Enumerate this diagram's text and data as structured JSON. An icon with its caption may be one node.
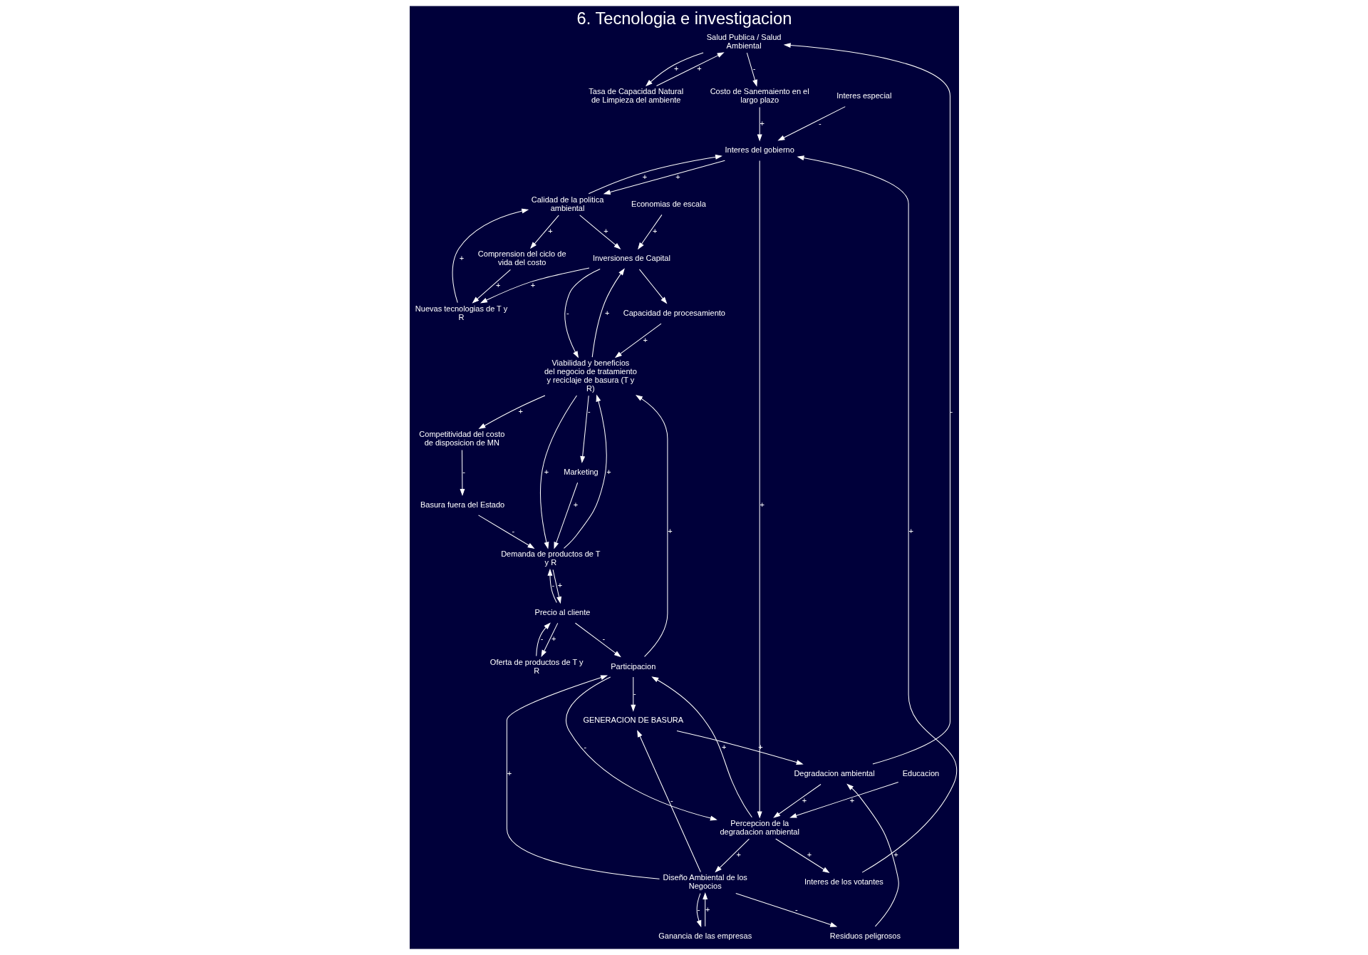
{
  "diagram": {
    "title": "6. Tecnologia e investigacion",
    "nodes": [
      {
        "text": [
          "Salud Publica / Salud Ambiental"
        ]
      },
      {
        "text": [
          "Degradacion ambiental"
        ]
      },
      {
        "text": [
          "Tasa de Capacidad Natural de Limpieza del ambiente"
        ]
      },
      {
        "text": [
          "Costo de Sanemaiento en el largo plazo"
        ]
      },
      {
        "text": [
          "Interes especial"
        ]
      },
      {
        "text": [
          "Residuos peligrosos"
        ]
      },
      {
        "text": [
          "Interes del gobierno"
        ]
      },
      {
        "text": [
          "Diseño Ambiental de los Negocios"
        ]
      },
      {
        "text": [
          "Ganancia de las empresas"
        ]
      },
      {
        "text": [
          "GENERACION DE BASURA"
        ]
      },
      {
        "text": [
          "Educacion"
        ]
      },
      {
        "text": [
          "Interes de los votantes"
        ]
      },
      {
        "text": [
          "Calidad de la politica ambiental"
        ]
      },
      {
        "text": [
          "Percepcion de la degradacion ambiental"
        ]
      },
      {
        "text": [
          "Nuevas tecnologias de T y R"
        ]
      },
      {
        "text": [
          "Comprension del ciclo de vida del costo"
        ]
      },
      {
        "text": [
          "Participacion"
        ]
      },
      {
        "text": [
          "Viabilidad y beneficios del negocio de tratamiento y reciclaje de basura (T y R)"
        ]
      },
      {
        "text": [
          "Precio al cliente"
        ]
      },
      {
        "text": [
          "Marketing"
        ]
      },
      {
        "text": [
          "Oferta de productos de T y R"
        ]
      },
      {
        "text": [
          "Inversiones de Capital"
        ]
      },
      {
        "text": [
          "Demanda de productos de T y R"
        ]
      },
      {
        "text": [
          "Capacidad de procesamiento"
        ]
      },
      {
        "text": [
          "Competitividad del costo de disposicion de MN"
        ]
      },
      {
        "text": [
          "Basura fuera del Estado"
        ]
      },
      {
        "text": [
          "Economias de escala"
        ]
      }
    ],
    "edges": [
      {
        "from": 1,
        "to": 0,
        "arrow": "to",
        "label": "-"
      },
      {
        "from": 2,
        "to": 0,
        "arrow": "to",
        "label": "+"
      },
      {
        "from": 0,
        "to": 2,
        "arrow": "to",
        "label": "+"
      },
      {
        "from": 0,
        "to": 3,
        "arrow": "to",
        "label": "-"
      },
      {
        "from": 5,
        "to": 1,
        "arrow": "to",
        "label": "+"
      },
      {
        "from": 9,
        "to": 1,
        "arrow": "to",
        "label": "+"
      },
      {
        "from": 1,
        "to": 13,
        "arrow": "to",
        "label": "+"
      },
      {
        "from": 7,
        "to": 5,
        "arrow": "to",
        "label": "-"
      },
      {
        "from": 8,
        "to": 7,
        "arrow": "to",
        "label": "+"
      },
      {
        "from": 7,
        "to": 8,
        "arrow": "to",
        "label": "-"
      },
      {
        "from": 7,
        "to": 9,
        "arrow": "to",
        "label": "-"
      },
      {
        "from": 16,
        "to": 9,
        "arrow": "to",
        "label": "-"
      },
      {
        "from": 13,
        "to": 7,
        "arrow": "to",
        "label": "+"
      },
      {
        "from": 10,
        "to": 13,
        "arrow": "to",
        "label": "+"
      },
      {
        "from": 6,
        "to": 13,
        "arrow": "to",
        "label": "+"
      },
      {
        "from": 13,
        "to": 11,
        "arrow": "to",
        "label": "+"
      },
      {
        "from": 11,
        "to": 6,
        "arrow": "to",
        "label": "+"
      },
      {
        "from": 3,
        "to": 6,
        "arrow": "to",
        "label": "+"
      },
      {
        "from": 4,
        "to": 6,
        "arrow": "to",
        "label": "-"
      },
      {
        "from": 6,
        "to": 12,
        "arrow": "to",
        "label": "+"
      },
      {
        "from": 12,
        "to": 6,
        "arrow": "to",
        "label": "+"
      },
      {
        "from": 14,
        "to": 12,
        "arrow": "to",
        "label": "+"
      },
      {
        "from": 15,
        "to": 14,
        "arrow": "to",
        "label": "+"
      },
      {
        "from": 12,
        "to": 15,
        "arrow": "to",
        "label": "+"
      },
      {
        "from": 12,
        "to": 21,
        "arrow": "to",
        "label": "+"
      },
      {
        "from": 21,
        "to": 14,
        "arrow": "to",
        "label": "+"
      },
      {
        "from": 16,
        "to": 13,
        "arrow": "to",
        "label": "-"
      },
      {
        "from": 13,
        "to": 16,
        "arrow": "to",
        "label": "+"
      },
      {
        "from": 16,
        "to": 17,
        "arrow": "to",
        "label": "+"
      },
      {
        "from": 18,
        "to": 16,
        "arrow": "to",
        "label": "-"
      },
      {
        "from": 7,
        "to": 16,
        "arrow": "to",
        "label": "+"
      },
      {
        "from": 18,
        "to": 20,
        "arrow": "to",
        "label": "+"
      },
      {
        "from": 20,
        "to": 18,
        "arrow": "to",
        "label": "-"
      },
      {
        "from": 22,
        "to": 18,
        "arrow": "to",
        "label": "+"
      },
      {
        "from": 18,
        "to": 22,
        "arrow": "to",
        "label": "-"
      },
      {
        "from": 17,
        "to": 22,
        "arrow": "to",
        "label": "+"
      },
      {
        "from": 19,
        "to": 22,
        "arrow": "to",
        "label": "+"
      },
      {
        "from": 17,
        "to": 19,
        "arrow": "to",
        "label": "-"
      },
      {
        "from": 22,
        "to": 17,
        "arrow": "to",
        "label": "+"
      },
      {
        "from": 23,
        "to": 17,
        "arrow": "to",
        "label": "+"
      },
      {
        "from": 21,
        "to": 17,
        "arrow": "to",
        "label": "-"
      },
      {
        "from": 17,
        "to": 21,
        "arrow": "to",
        "label": "+"
      },
      {
        "from": 21,
        "to": 23,
        "arrow": "to"
      },
      {
        "from": 17,
        "to": 24,
        "arrow": "to",
        "label": "+"
      },
      {
        "from": 24,
        "to": 25,
        "arrow": "to",
        "label": "-"
      },
      {
        "from": 25,
        "to": 22,
        "arrow": "to",
        "label": "-"
      },
      {
        "from": 26,
        "to": 21,
        "arrow": "to",
        "label": "+"
      }
    ]
  }
}
